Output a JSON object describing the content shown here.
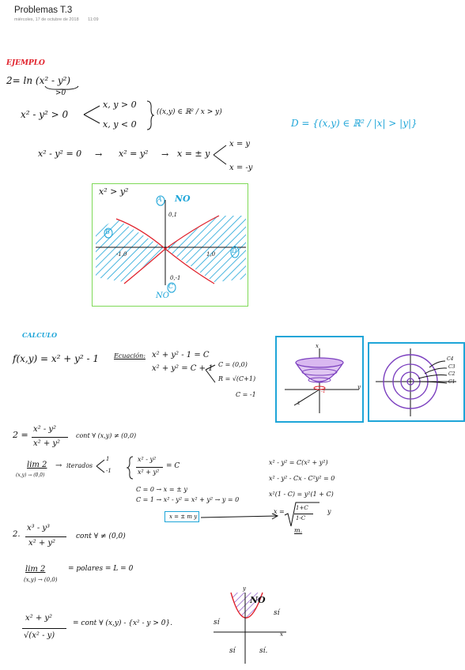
{
  "page": {
    "title": "Problemas T.3",
    "date": "miércoles, 17 de octubre de 2018",
    "time": "11:09"
  },
  "colors": {
    "ink": "#111111",
    "red": "#e0202a",
    "blue": "#1ea5d8",
    "green": "#7ed957",
    "purple": "#7b3fbf"
  },
  "ejemplo": {
    "heading": "EJEMPLO",
    "func": "2= ln (x² - y²)",
    "cond": ">0",
    "ineq": "x² - y² > 0",
    "case1": "x, y > 0",
    "case2": "x, y < 0",
    "set": "((x,y) ∈ ℝ² / x > y)",
    "domain": "D = {(x,y) ∈ ℝ² / |x| > |y|}",
    "eq": "x² - y² = 0",
    "arrow1": "→",
    "eq2": "x² = y²",
    "arrow2": "→",
    "eq3": "x = ± y",
    "sol1": "x = y",
    "sol2": "x = -y"
  },
  "graph1": {
    "label": "x² > y²",
    "region_a": "A",
    "no_top": "NO",
    "p_top": "0,1",
    "region_b": "B",
    "p_left": "-1,0",
    "p_right": "1,0",
    "region_d": "D",
    "p_bottom": "0,-1",
    "no_bottom": "NO",
    "region_c": "C"
  },
  "calculo": {
    "heading": "CALCULO",
    "func": "f(x,y) = x² + y² - 1",
    "ec_label": "Ecuación:",
    "ec1": "x² + y² - 1 = C",
    "ec2": "x² + y² = C + 1",
    "center": "C = (0,0)",
    "radius": "R = √(C+1)",
    "cmin": "C = -1"
  },
  "fig3d": {
    "z": "z",
    "y": "y",
    "x": "x",
    "mark": "-1"
  },
  "contours": {
    "labels": [
      "C4",
      "C3",
      "C2",
      "C1"
    ]
  },
  "limit1": {
    "func_lhs": "2 =",
    "num": "x² - y²",
    "den": "x² + y²",
    "cont": "cont ∀ (x,y) ≠ (0,0)",
    "lim": "lim 2",
    "sub": "(x,y) → (0,0)",
    "arrow": "→",
    "iterados": "iterados",
    "v1": "1",
    "v2": "-1",
    "brace_num": "x² - y²",
    "brace_den": "x² + y²",
    "brace_rhs": "= C",
    "c0": "C = 0 → x = ± y",
    "c1": "C = 1 → x² - y² = x² + y² → y = 0",
    "boxed": "x = ± m y",
    "r1": "x² - y² = C(x² + y²)",
    "r2": "x² - y² - Cx - C²y² = 0",
    "r3": "x²(1 - C) = y²(1 + C)",
    "r4_lhs": "x =",
    "r4_num": "1+C",
    "r4_den": "1-C",
    "r4_y": "y",
    "m": "m."
  },
  "limit2": {
    "lhs": "2.",
    "num": "x³ - y³",
    "den": "x² + y²",
    "cont": "cont ∀ ≠ (0,0)",
    "lim": "lim 2",
    "sub": "(x,y) → (0,0)",
    "rhs": "= polares = L = 0"
  },
  "limit3": {
    "num": "x² + y²",
    "den": "√(x² - y)",
    "rhs": "= cont ∀ (x,y) - {x² - y > 0}.",
    "axis_y": "y",
    "axis_x": "x",
    "no": "NO",
    "si1": "sí",
    "si2": "sí",
    "si3": "sí",
    "si4": "sí."
  }
}
